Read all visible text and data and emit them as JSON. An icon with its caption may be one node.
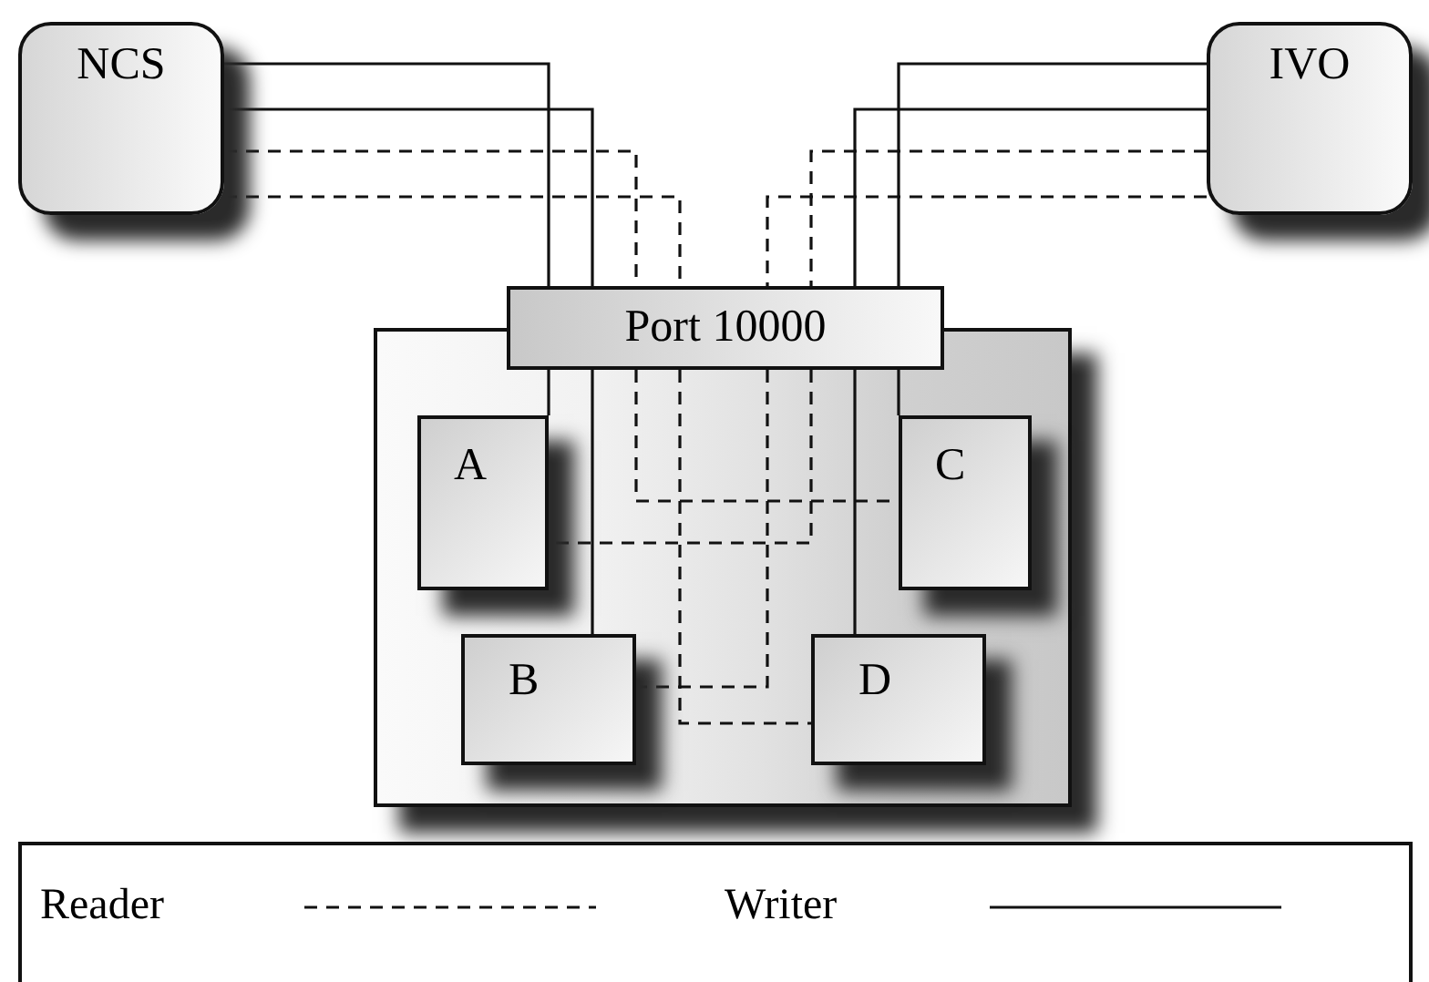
{
  "diagram": {
    "nodes": [
      {
        "text": [
          "NCS"
        ]
      },
      {
        "text": [
          "IVO"
        ]
      },
      {
        "text": [],
        "shape": "box"
      },
      {
        "text": [
          "Port 10000"
        ]
      },
      {
        "text": [
          "A"
        ],
        "in": 2
      },
      {
        "text": [
          "B"
        ],
        "in": 2
      },
      {
        "text": [
          "C"
        ],
        "in": 2
      },
      {
        "text": [
          "D"
        ],
        "in": 2
      }
    ],
    "edges": [
      {
        "from": 0,
        "to": 3,
        "arrow": "none"
      },
      {
        "from": 0,
        "to": 3,
        "arrow": "none"
      },
      {
        "from": 0,
        "to": 3,
        "arrow": "none",
        "style": "dashed"
      },
      {
        "from": 0,
        "to": 3,
        "arrow": "none",
        "style": "dashed"
      },
      {
        "from": 1,
        "to": 3,
        "arrow": "none"
      },
      {
        "from": 1,
        "to": 3,
        "arrow": "none"
      },
      {
        "from": 1,
        "to": 3,
        "arrow": "none",
        "style": "dashed"
      },
      {
        "from": 1,
        "to": 3,
        "arrow": "none",
        "style": "dashed"
      },
      {
        "from": 3,
        "to": 4,
        "arrow": "none"
      },
      {
        "from": 3,
        "to": 5,
        "arrow": "none"
      },
      {
        "from": 3,
        "to": 6,
        "arrow": "none",
        "style": "dashed"
      },
      {
        "from": 3,
        "to": 7,
        "arrow": "none",
        "style": "dashed"
      },
      {
        "from": 3,
        "to": 6,
        "arrow": "none"
      },
      {
        "from": 3,
        "to": 7,
        "arrow": "none"
      },
      {
        "from": 3,
        "to": 4,
        "arrow": "none",
        "style": "dashed"
      },
      {
        "from": 3,
        "to": 5,
        "arrow": "none",
        "style": "dashed"
      }
    ],
    "legend": [
      {
        "text": "Reader"
      },
      {
        "text": "Writer"
      }
    ]
  }
}
